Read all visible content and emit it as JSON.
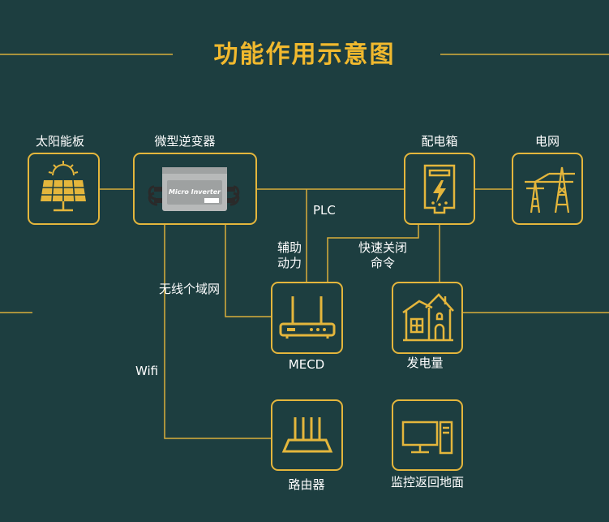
{
  "title": "功能作用示意图",
  "nodes": {
    "solar": "太阳能板",
    "inverter": "微型逆变器",
    "distribution_box": "配电箱",
    "grid": "电网",
    "mecd": "MECD",
    "generation": "发电量",
    "router": "路由器",
    "monitor": "监控返回地面"
  },
  "edges": {
    "plc": "PLC",
    "aux_power_1": "辅助",
    "aux_power_2": "动力",
    "quick_shutdown_1": "快速关闭",
    "quick_shutdown_2": "命令",
    "wireless": "无线个域网",
    "wifi": "Wifi"
  },
  "inverter_text": "Micro Inverter",
  "colors": {
    "background": "#1d3e40",
    "accent": "#e4b63c",
    "title": "#f1b92e",
    "line": "#e4b63c",
    "text": "#ffffff"
  }
}
